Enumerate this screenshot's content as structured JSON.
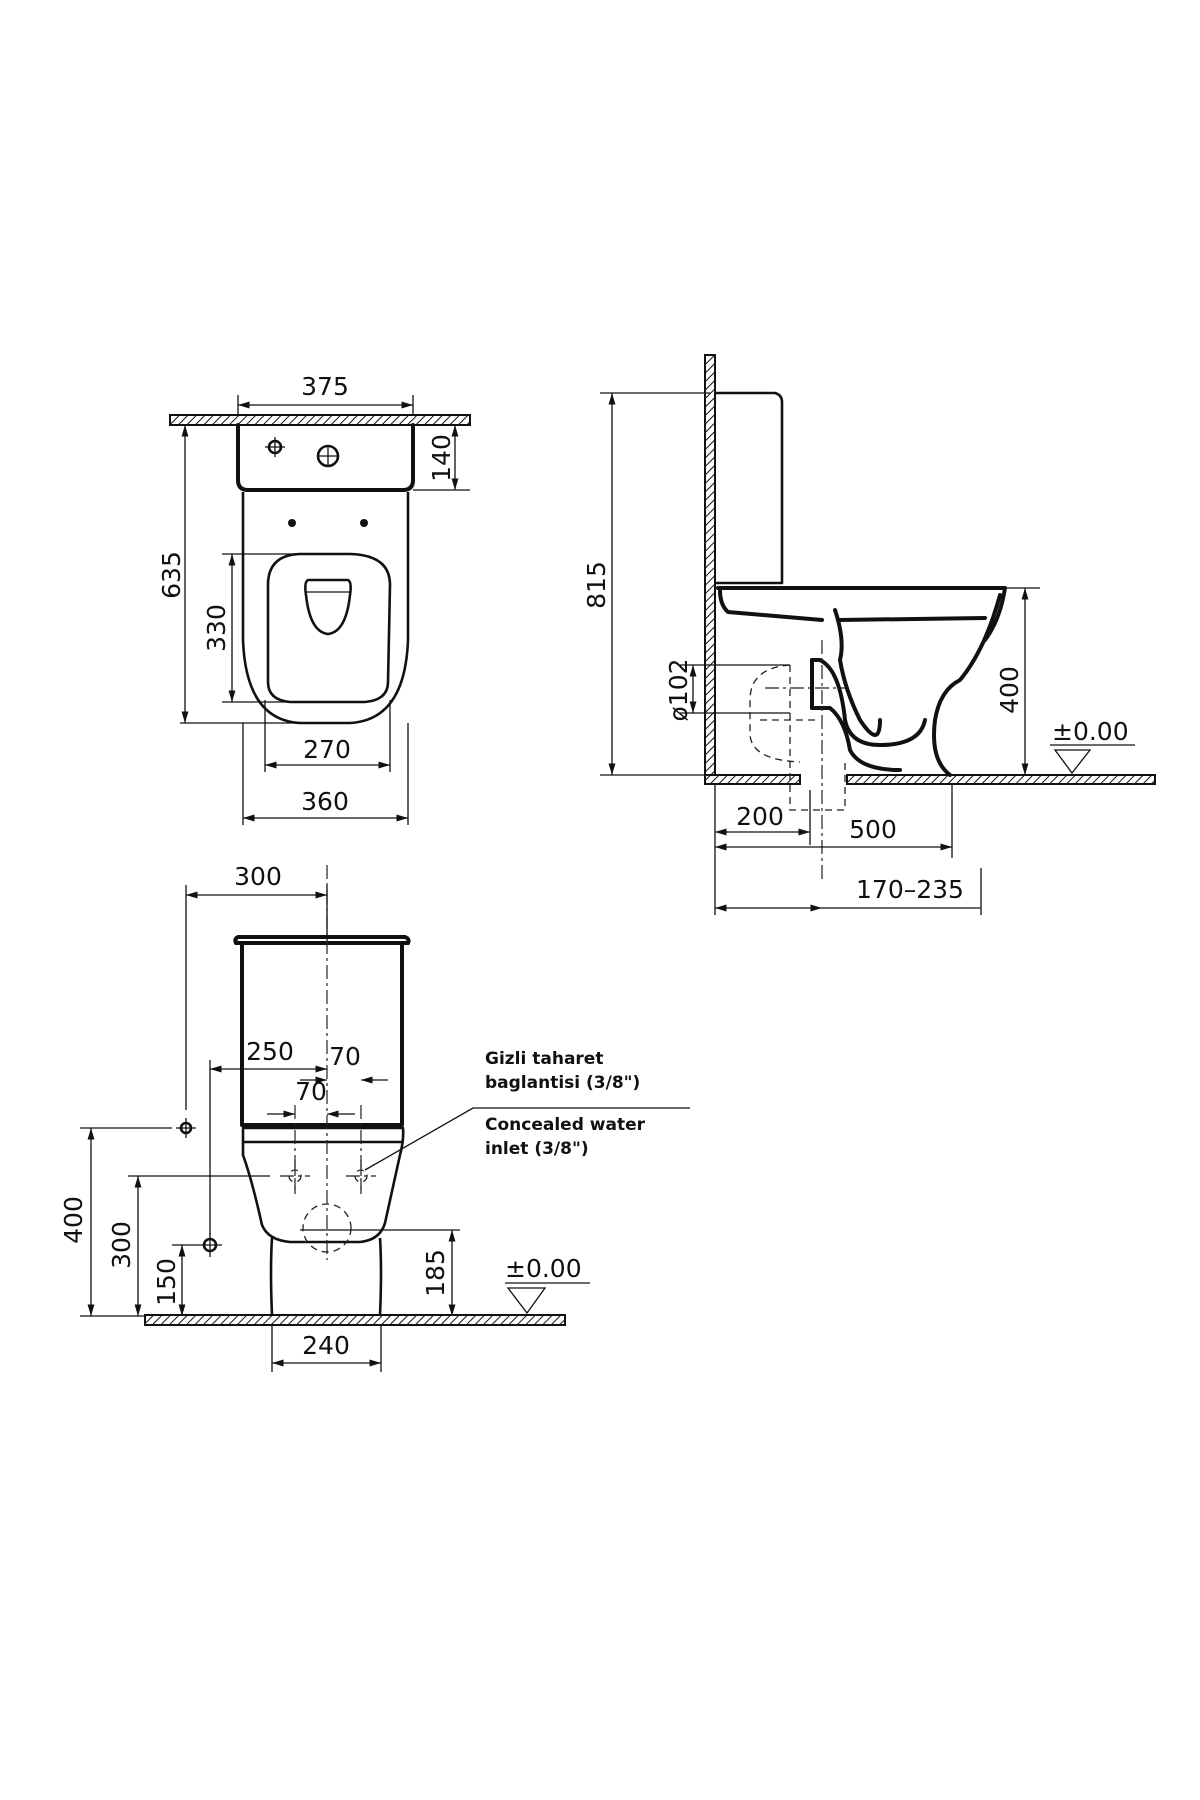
{
  "drawing": {
    "units": "mm",
    "colors": {
      "line": "#111111",
      "background": "#ffffff"
    },
    "top_view": {
      "dims": {
        "width_tank": "375",
        "tank_depth": "140",
        "overall_depth": "635",
        "seat_opening": "330",
        "seat_width": "270",
        "bowl_width": "360"
      }
    },
    "side_view": {
      "dims": {
        "overall_height": "815",
        "outlet_diameter": "ø102",
        "seat_height": "400",
        "floor_level": "±0.00",
        "outlet_from_wall": "200",
        "projection": "500",
        "outlet_range": "170–235"
      }
    },
    "front_view": {
      "dims": {
        "tank_width": "300",
        "inlet_offset": "250",
        "inlet_spacing_a": "70",
        "inlet_spacing_b": "70",
        "inlet_height_upper": "400",
        "inlet_height_mid": "300",
        "inlet_height_low": "150",
        "outlet_height": "185",
        "base_width": "240",
        "floor_level": "±0.00"
      },
      "note": {
        "line1_tr": "Gizli taharet",
        "line2_tr": "baglantisi (3/8\")",
        "line1_en": "Concealed water",
        "line2_en": "inlet (3/8\")"
      }
    }
  }
}
